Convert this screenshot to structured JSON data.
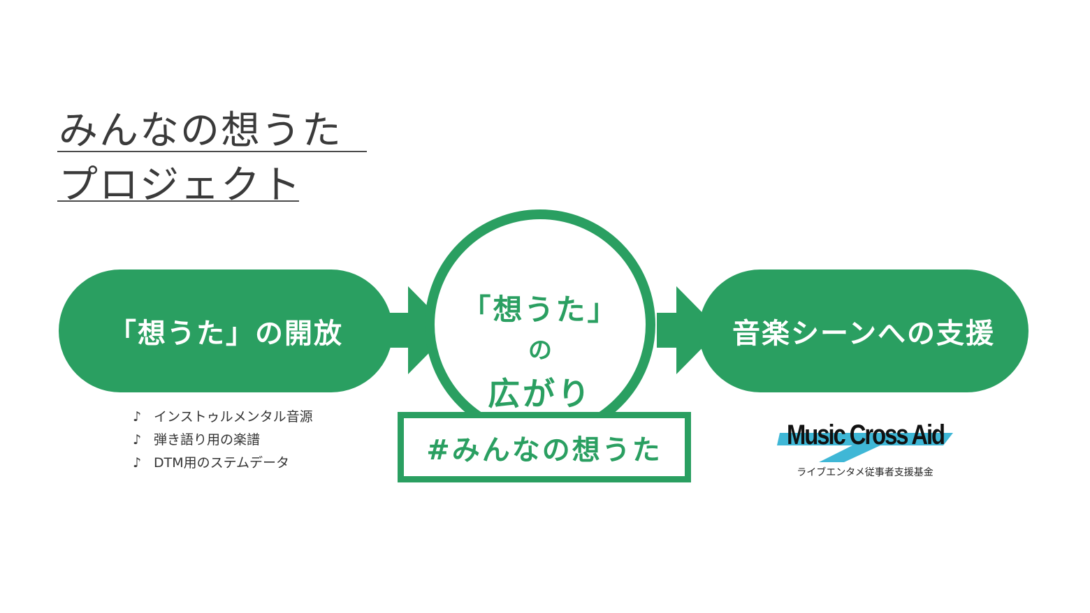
{
  "title": {
    "line1": "みんなの想うた",
    "line2": "プロジェクト"
  },
  "flow": {
    "left_label": "「想うた」の開放",
    "center": {
      "line1": "「想うた」",
      "line2": "の",
      "line3": "広がり"
    },
    "right_label": "音楽シーンへの支援",
    "hashtag": "#みんなの想うた"
  },
  "features": [
    {
      "bullet": "♪",
      "text": "インストゥルメンタル音源"
    },
    {
      "bullet": "♪",
      "text": "弾き語り用の楽譜"
    },
    {
      "bullet": "♪",
      "text": "DTM用のステムデータ"
    }
  ],
  "logo": {
    "name": "Music Cross Aid",
    "subtitle": "ライブエンタメ従事者支援基金"
  },
  "colors": {
    "accent": "#2a9f61",
    "logo_stripe": "#3fb7d6",
    "text": "#333333"
  }
}
